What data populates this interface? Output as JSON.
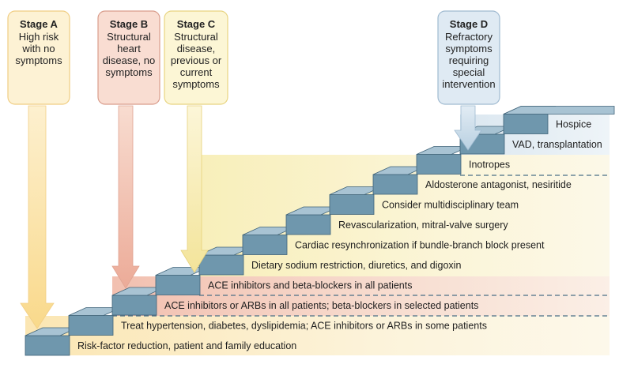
{
  "stages": [
    {
      "id": "a",
      "title": "Stage A",
      "lines": [
        "High risk",
        "with no",
        "symptoms"
      ],
      "color": "#fce7b4"
    },
    {
      "id": "b",
      "title": "Stage B",
      "lines": [
        "Structural",
        "heart",
        "disease, no",
        "symptoms"
      ],
      "color": "#f4c4b4"
    },
    {
      "id": "c",
      "title": "Stage C",
      "lines": [
        "Structural",
        "disease,",
        "previous or",
        "current",
        "symptoms"
      ],
      "color": "#faf0bd"
    },
    {
      "id": "d",
      "title": "Stage D",
      "lines": [
        "Refractory",
        "symptoms",
        "requiring",
        "special",
        "intervention"
      ],
      "color": "#c8dbe9"
    }
  ],
  "steps": [
    "Risk-factor reduction, patient and family education",
    "Treat hypertension, diabetes, dyslipidemia; ACE inhibitors or ARBs in some patients",
    "ACE inhibitors or ARBs in all patients; beta-blockers in selected patients",
    "ACE inhibitors and beta-blockers in all patients",
    "Dietary sodium restriction, diuretics, and digoxin",
    "Cardiac resynchronization if bundle-branch block present",
    "Revascularization, mitral-valve surgery",
    "Consider multidisciplinary team",
    "Aldosterone antagonist, nesiritide",
    "Inotropes",
    "VAD, transplantation",
    "Hospice"
  ],
  "colors": {
    "stair_top": "#a8c3d3",
    "stair_front": "#6f97ad",
    "stair_side": "#4f7a92",
    "stair_edge": "#3f6378",
    "divider": "#4a6f86",
    "stage_a": "#fce7b4",
    "stage_b": "#f4c4b4",
    "stage_c": "#faf0bd",
    "stage_d": "#c8dbe9"
  }
}
